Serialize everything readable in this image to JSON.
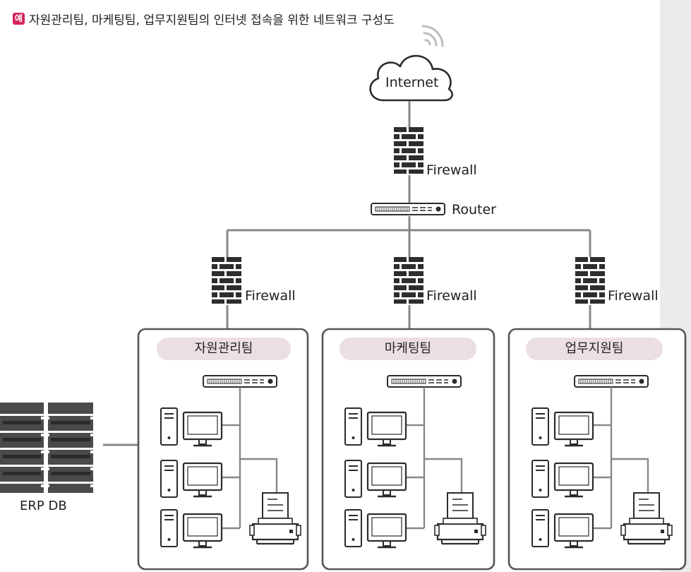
{
  "caption": {
    "marker": "예",
    "text": "자원관리팀, 마케팅팀, 업무지원팀의 인터넷 접속을 위한 네트워크 구성도"
  },
  "nodes": {
    "internet": "Internet",
    "top_firewall": "Firewall",
    "router": "Router",
    "firewalls": [
      "Firewall",
      "Firewall",
      "Firewall"
    ],
    "erp_db": "ERP DB"
  },
  "teams": [
    "자원관리팀",
    "마케팅팀",
    "업무지원팀"
  ],
  "colors": {
    "line": "#888888",
    "box_border": "#555555",
    "device": "#2b2b2b",
    "team_pill": "#ecdfe1",
    "caption_marker": "#d5245a"
  },
  "icons": [
    "cloud-icon",
    "wifi-icon",
    "firewall-icon",
    "router-icon",
    "switch-icon",
    "pc-tower-icon",
    "monitor-icon",
    "printer-icon",
    "server-rack-icon"
  ]
}
